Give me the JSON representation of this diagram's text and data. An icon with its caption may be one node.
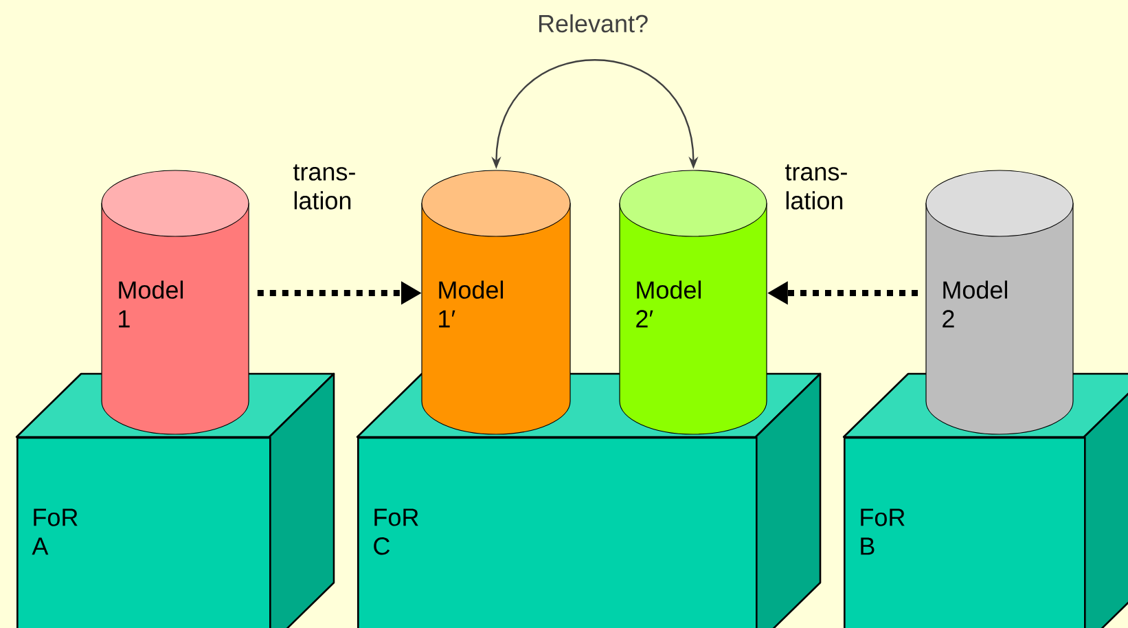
{
  "diagram": {
    "nodes": [
      {
        "text": [
          "Model 1"
        ]
      },
      {
        "text": [
          "Model 1′"
        ]
      },
      {
        "text": [
          "Model 2′"
        ]
      },
      {
        "text": [
          "Model 2"
        ]
      },
      {
        "text": [
          "FoR A"
        ]
      },
      {
        "text": [
          "FoR C"
        ]
      },
      {
        "text": [
          "FoR B"
        ]
      }
    ],
    "edges": [
      {
        "from": 0,
        "to": 1,
        "arrow": "to",
        "label": "trans- lation",
        "style": "dashed"
      },
      {
        "from": 3,
        "to": 2,
        "arrow": "to",
        "label": "trans- lation",
        "style": "dashed"
      },
      {
        "from": 1,
        "to": 2,
        "arrow": "both",
        "label": "Relevant?",
        "color": "#404040"
      }
    ]
  }
}
